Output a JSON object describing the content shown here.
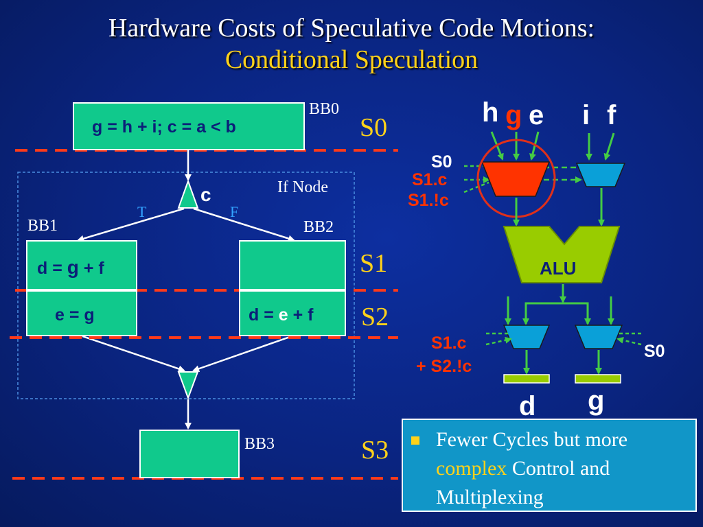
{
  "slide": {
    "title_line1": "Hardware Costs of Speculative Code Motions:",
    "title_line2": "Conditional Speculation"
  },
  "cfg": {
    "bb0": {
      "label": "BB0",
      "code": "g = h + i; c = a < b"
    },
    "if_node": {
      "label": "If Node",
      "cond": "c",
      "true_label": "T",
      "false_label": "F"
    },
    "bb1": {
      "label": "BB1",
      "stmt1_a": "d = ",
      "stmt1_b": "g",
      "stmt1_c": " + f",
      "stmt2": "e = g"
    },
    "bb2": {
      "label": "BB2",
      "stmt1_a": "d = ",
      "stmt1_b": "e",
      "stmt1_c": " + f"
    },
    "bb3": {
      "label": "BB3"
    },
    "states": [
      "S0",
      "S1",
      "S2",
      "S3"
    ]
  },
  "datapath": {
    "inputs": {
      "h": "h",
      "g": "g",
      "e": "e",
      "i": "i",
      "f": "f"
    },
    "mux_labels": {
      "s0_top": "S0",
      "s1c_top": "S1.c",
      "s1notc": "S1.!c",
      "s1c_bot": "S1.c",
      "s2notc": "+ S2.!c",
      "s0_bot": "S0"
    },
    "alu": "ALU",
    "outputs": {
      "d": "d",
      "g": "g"
    }
  },
  "note": {
    "text_a": "Fewer Cycles but more ",
    "text_em": "complex",
    "text_b": " Control and Multiplexing"
  },
  "colors": {
    "box": "#10c98c",
    "state": "#ffd21a",
    "dash": "#ff3a1a",
    "wire": "#44cc44",
    "mux": "#0aa0d8",
    "mux_red": "#ff3300",
    "alu": "#99cc00"
  }
}
